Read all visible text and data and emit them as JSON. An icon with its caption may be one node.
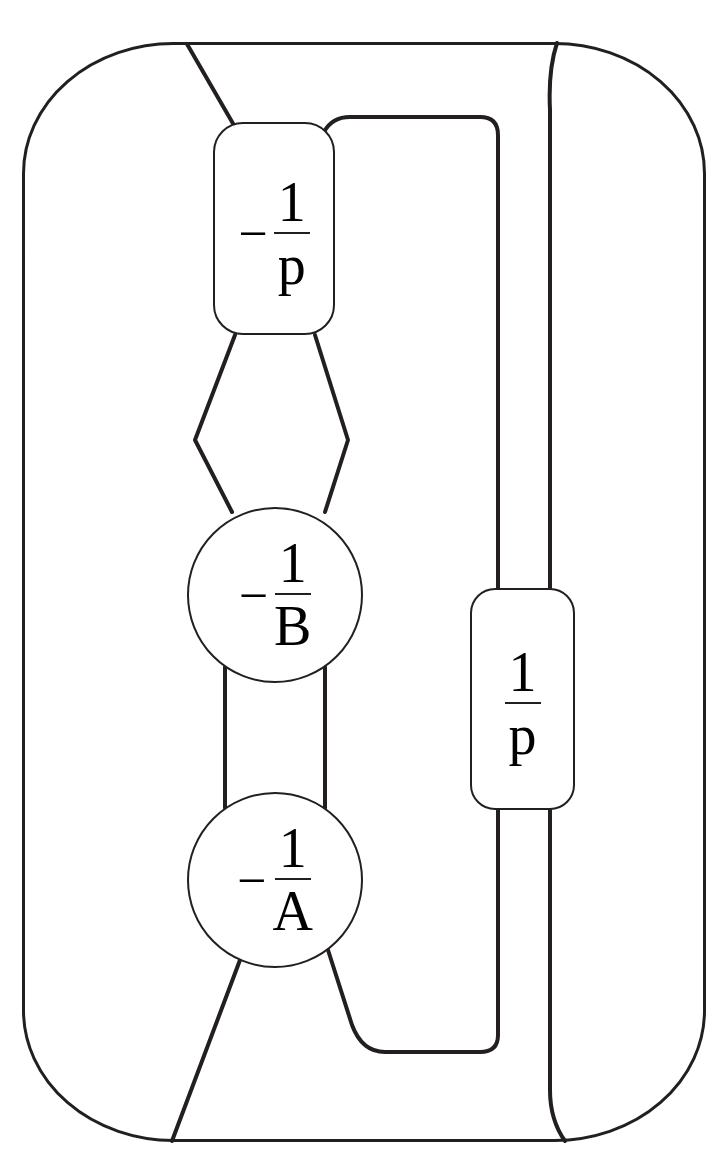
{
  "diagram": {
    "nodes": [
      {
        "text": [],
        "shape": "box"
      },
      {
        "text": [
          "−",
          "1",
          "p"
        ],
        "in": 0
      },
      {
        "text": [
          "−",
          "1",
          "B"
        ],
        "in": 0
      },
      {
        "text": [
          "1",
          "p"
        ],
        "in": 0
      },
      {
        "text": [
          "−",
          "1",
          "A"
        ],
        "in": 0
      }
    ],
    "edges": [
      {
        "from": 1,
        "to": 0,
        "arrow": "none"
      },
      {
        "from": 1,
        "to": 3,
        "arrow": "none"
      },
      {
        "from": 1,
        "to": 2,
        "arrow": "none"
      },
      {
        "from": 1,
        "to": 2,
        "arrow": "none"
      },
      {
        "from": 2,
        "to": 4,
        "arrow": "none"
      },
      {
        "from": 2,
        "to": 4,
        "arrow": "none"
      },
      {
        "from": 4,
        "to": 0,
        "arrow": "none"
      },
      {
        "from": 4,
        "to": 3,
        "arrow": "none"
      },
      {
        "from": 0,
        "to": 3,
        "arrow": "none"
      },
      {
        "from": 3,
        "to": 0,
        "arrow": "none"
      }
    ]
  }
}
